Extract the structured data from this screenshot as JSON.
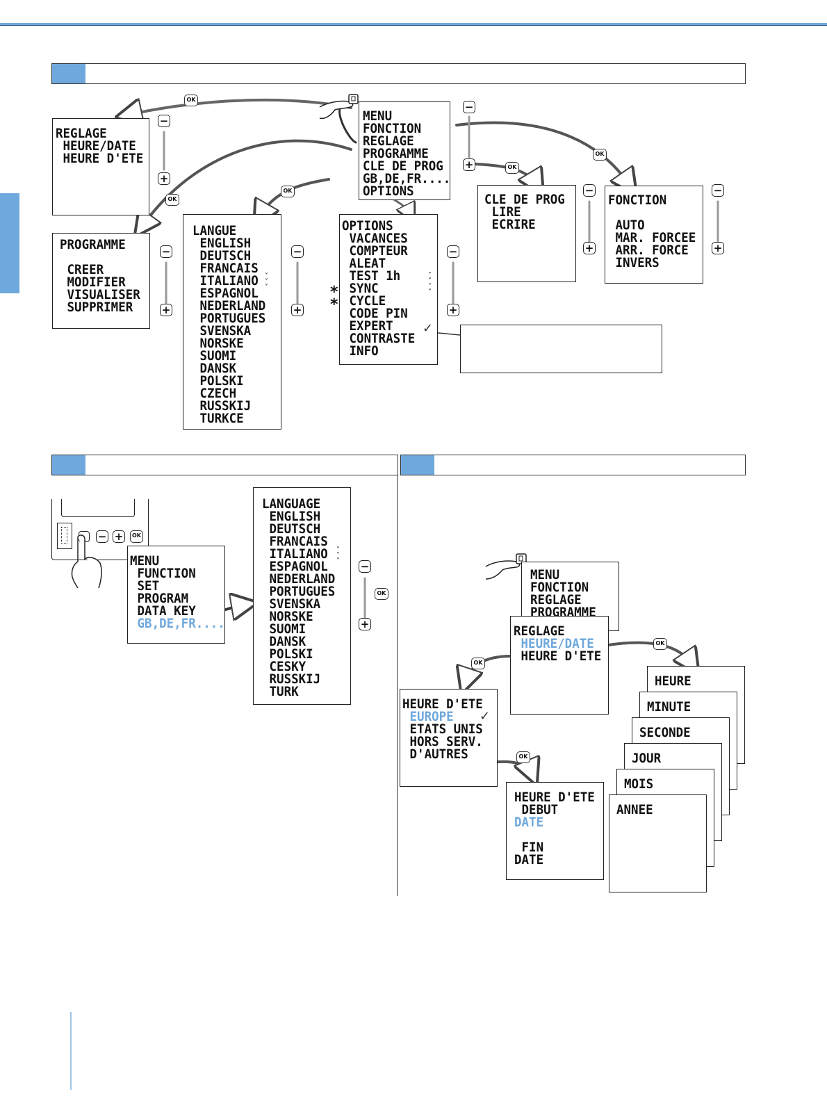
{
  "colors": {
    "accent": "#6fa8dc",
    "highlight": "#6fa8dc",
    "ink": "#111111"
  },
  "buttons": {
    "ok": "OK",
    "minus": "−",
    "plus": "+"
  },
  "marks": {
    "star": "*",
    "check": "✓",
    "chevrons": "˅˅˅"
  },
  "icons": [
    "menu-button-icon",
    "finger-icon",
    "curved-arrow-icon",
    "check-icon"
  ],
  "diagram1": {
    "reglage": "REGLAGE\n HEURE/DATE\n HEURE D'ETE",
    "menu": "MENU\nFONCTION\nREGLAGE\nPROGRAMME\nCLE DE PROG\nGB,DE,FR....\nOPTIONS",
    "programme": "PROGRAMME\n\n CREER\n MODIFIER\n VISUALISER\n SUPPRIMER",
    "langue": "LANGUE\n ENGLISH\n DEUTSCH\n FRANCAIS\n ITALIANO\n ESPAGNOL\n NEDERLAND\n PORTUGUES\n SVENSKA\n NORSKE\n SUOMI\n DANSK\n POLSKI\n CZECH\n RUSSKIJ\n TURKCE",
    "options": "OPTIONS\n VACANCES\n COMPTEUR\n ALEAT\n TEST 1h\n SYNC\n CYCLE\n CODE PIN\n EXPERT\n CONTRASTE\n INFO",
    "cle": "CLE DE PROG\n LIRE\n ECRIRE",
    "fonction": "FONCTION\n\n AUTO\n MAR. FORCEE\n ARR. FORCE\n INVERS",
    "note": ""
  },
  "diagram2": {
    "menu_lines": [
      " FUNCTION",
      " SET",
      " PROGRAM",
      " DATA KEY"
    ],
    "menu_title": "MENU",
    "menu_selected": " GB,DE,FR....",
    "language": "LANGUAGE\n ENGLISH\n DEUTSCH\n FRANCAIS\n ITALIANO\n ESPAGNOL\n NEDERLAND\n PORTUGUES\n SVENSKA\n NORSKE\n SUOMI\n DANSK\n POLSKI\n CESKY\n RUSSKIJ\n TURK"
  },
  "diagram3": {
    "menu": "MENU\nFONCTION\nREGLAGE\nPROGRAMME",
    "reglage_title": "REGLAGE",
    "reglage_selected": " HEURE/DATE",
    "reglage_rest": " HEURE D'ETE",
    "ete_title": "HEURE D'ETE",
    "ete_selected": " EUROPE",
    "ete_rest": " ETATS UNIS\n HORS SERV.\n D'AUTRES",
    "ete2_line1": "HEURE D'ETE\n DEBUT",
    "ete2_date1": "DATE",
    "ete2_line2": "\n FIN\nDATE",
    "stack": [
      "HEURE",
      "MINUTE",
      "SECONDE",
      "JOUR",
      "MOIS",
      "ANNEE"
    ]
  }
}
